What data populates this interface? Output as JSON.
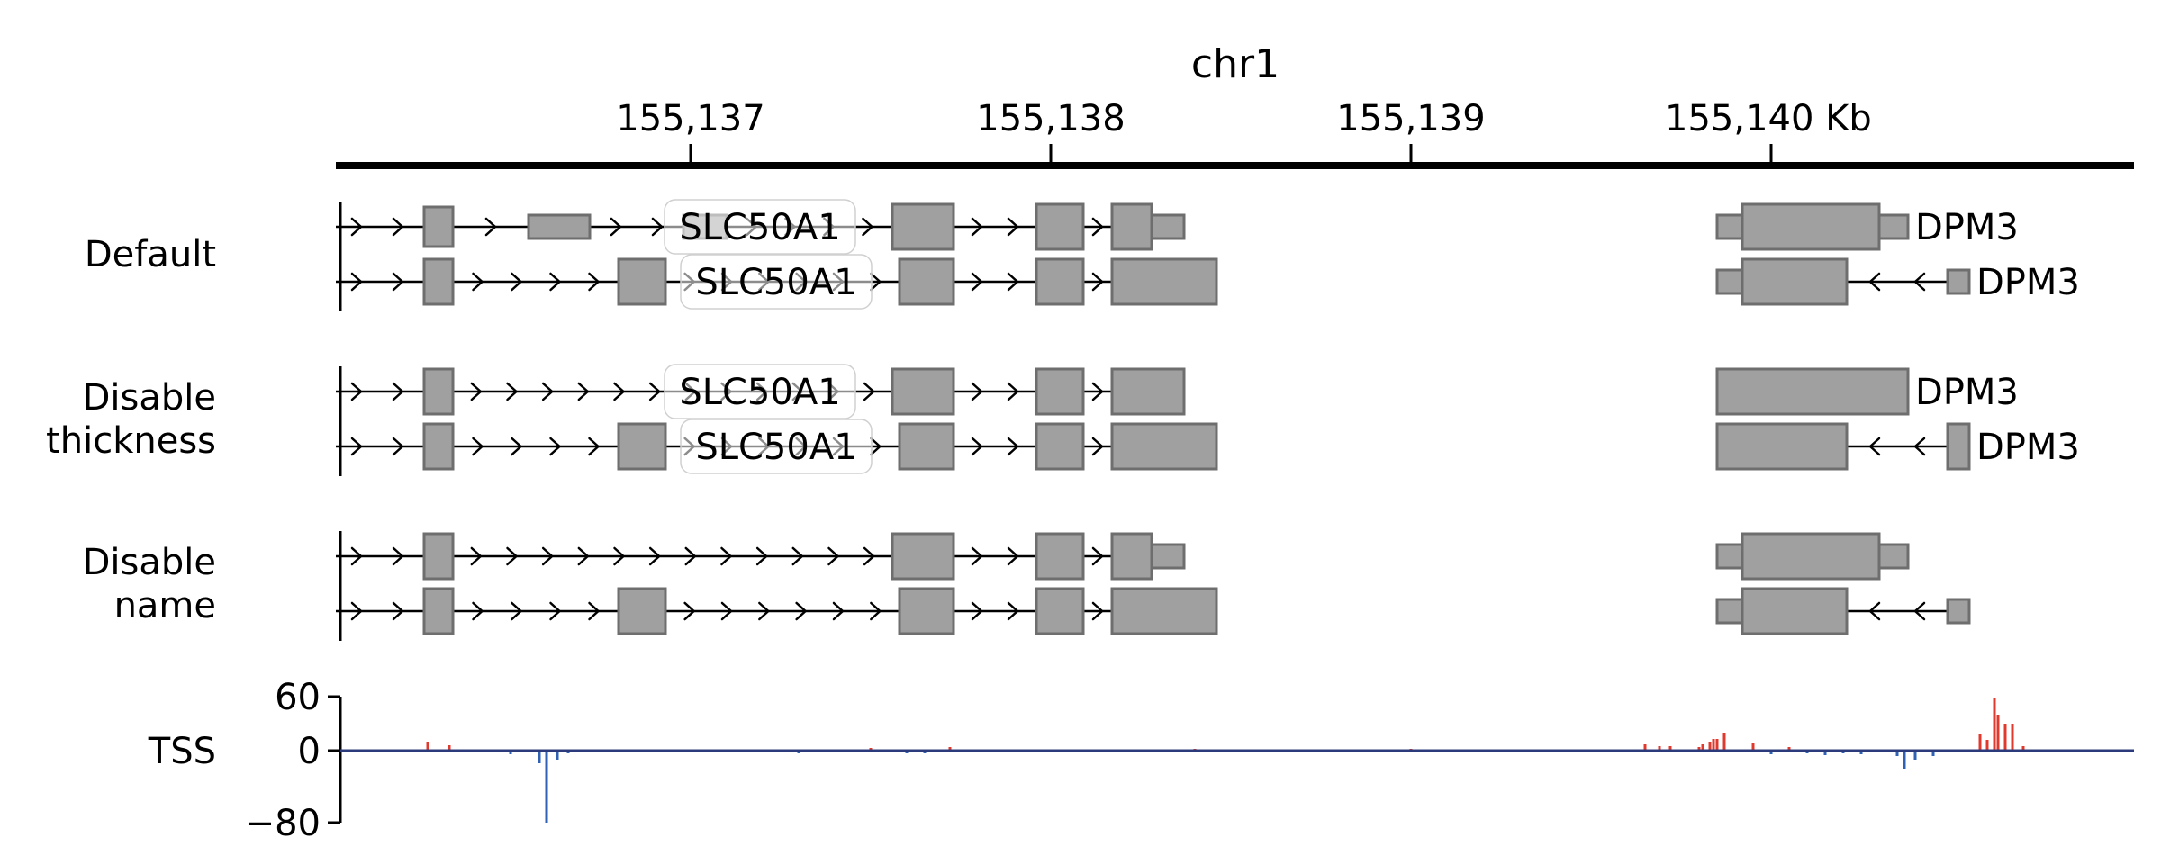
{
  "chromosome": "chr1",
  "axis": {
    "ticks": [
      "155,137",
      "155,138",
      "155,139",
      "155,140 Kb"
    ]
  },
  "tracks": [
    {
      "label_lines": [
        "Default"
      ],
      "transcripts": [
        {
          "gene": "SLC50A1",
          "strand": "+",
          "exons": [
            [
              155136.26,
              155136.34,
              "s"
            ],
            [
              155136.55,
              155136.72,
              "n"
            ],
            [
              155136.98,
              155137.1,
              "n"
            ],
            [
              155137.56,
              155137.73,
              "b"
            ],
            [
              155137.96,
              155138.09,
              "b"
            ],
            [
              155138.17,
              155138.28,
              "b"
            ],
            [
              155138.28,
              155138.37,
              "n"
            ]
          ],
          "show_label": true
        },
        {
          "gene": "SLC50A1",
          "strand": "+",
          "exons": [
            [
              155136.26,
              155136.34,
              "b"
            ],
            [
              155136.8,
              155136.93,
              "b"
            ],
            [
              155137.58,
              155137.73,
              "b"
            ],
            [
              155137.96,
              155138.09,
              "b"
            ],
            [
              155138.17,
              155138.46,
              "b"
            ]
          ],
          "show_label": true
        },
        {
          "gene": "DPM3",
          "strand": "-",
          "exons": [
            [
              155139.85,
              155139.92,
              "n"
            ],
            [
              155139.92,
              155140.3,
              "b"
            ],
            [
              155140.3,
              155140.38,
              "n"
            ]
          ],
          "show_label": true
        },
        {
          "gene": "DPM3",
          "strand": "-",
          "exons": [
            [
              155139.85,
              155139.92,
              "n"
            ],
            [
              155139.92,
              155140.21,
              "b"
            ],
            [
              155140.49,
              155140.55,
              "n"
            ]
          ],
          "show_label": true
        }
      ]
    },
    {
      "label_lines": [
        "Disable",
        "thickness"
      ],
      "transcripts": [
        {
          "gene": "SLC50A1",
          "strand": "+",
          "exons": [
            [
              155136.26,
              155136.34,
              "b"
            ],
            [
              155137.56,
              155137.73,
              "b"
            ],
            [
              155137.96,
              155138.09,
              "b"
            ],
            [
              155138.17,
              155138.37,
              "b"
            ]
          ],
          "show_label": true
        },
        {
          "gene": "SLC50A1",
          "strand": "+",
          "exons": [
            [
              155136.26,
              155136.34,
              "b"
            ],
            [
              155136.8,
              155136.93,
              "b"
            ],
            [
              155137.58,
              155137.73,
              "b"
            ],
            [
              155137.96,
              155138.09,
              "b"
            ],
            [
              155138.17,
              155138.46,
              "b"
            ]
          ],
          "show_label": true
        },
        {
          "gene": "DPM3",
          "strand": "-",
          "exons": [
            [
              155139.85,
              155140.38,
              "b"
            ]
          ],
          "show_label": true
        },
        {
          "gene": "DPM3",
          "strand": "-",
          "exons": [
            [
              155139.85,
              155140.21,
              "b"
            ],
            [
              155140.49,
              155140.55,
              "b"
            ]
          ],
          "show_label": true
        }
      ]
    },
    {
      "label_lines": [
        "Disable",
        "name"
      ],
      "transcripts": [
        {
          "gene": "SLC50A1",
          "strand": "+",
          "exons": [
            [
              155136.26,
              155136.34,
              "b"
            ],
            [
              155137.56,
              155137.73,
              "b"
            ],
            [
              155137.96,
              155138.09,
              "b"
            ],
            [
              155138.17,
              155138.28,
              "b"
            ],
            [
              155138.28,
              155138.37,
              "n"
            ]
          ],
          "show_label": false
        },
        {
          "gene": "SLC50A1",
          "strand": "+",
          "exons": [
            [
              155136.26,
              155136.34,
              "b"
            ],
            [
              155136.8,
              155136.93,
              "b"
            ],
            [
              155137.58,
              155137.73,
              "b"
            ],
            [
              155137.96,
              155138.09,
              "b"
            ],
            [
              155138.17,
              155138.46,
              "b"
            ]
          ],
          "show_label": false
        },
        {
          "gene": "DPM3",
          "strand": "-",
          "exons": [
            [
              155139.85,
              155139.92,
              "n"
            ],
            [
              155139.92,
              155140.3,
              "b"
            ],
            [
              155140.3,
              155140.38,
              "n"
            ]
          ],
          "show_label": false
        },
        {
          "gene": "DPM3",
          "strand": "-",
          "exons": [
            [
              155139.85,
              155139.92,
              "n"
            ],
            [
              155139.92,
              155140.21,
              "b"
            ],
            [
              155140.49,
              155140.55,
              "n"
            ]
          ],
          "show_label": false
        }
      ]
    }
  ],
  "signal": {
    "label": "TSS",
    "ticks": [
      "60",
      "0",
      "−80"
    ],
    "ylim": [
      -80,
      60
    ],
    "pos_color": "#e03a2f",
    "neg_color": "#2f62b4",
    "baseline_color": "#2b3a7a",
    "peaks": [
      [
        155136.27,
        10
      ],
      [
        155136.33,
        6
      ],
      [
        155136.5,
        -4
      ],
      [
        155136.58,
        -14
      ],
      [
        155136.6,
        -80
      ],
      [
        155136.63,
        -10
      ],
      [
        155136.66,
        -3
      ],
      [
        155137.3,
        -3
      ],
      [
        155137.5,
        3
      ],
      [
        155137.6,
        -3
      ],
      [
        155137.65,
        -3
      ],
      [
        155137.72,
        4
      ],
      [
        155138.1,
        -2
      ],
      [
        155138.4,
        2
      ],
      [
        155139.0,
        2
      ],
      [
        155139.2,
        -2
      ],
      [
        155139.65,
        7
      ],
      [
        155139.69,
        5
      ],
      [
        155139.72,
        5
      ],
      [
        155139.8,
        4
      ],
      [
        155139.81,
        7
      ],
      [
        155139.83,
        10
      ],
      [
        155139.84,
        13
      ],
      [
        155139.85,
        13
      ],
      [
        155139.87,
        20
      ],
      [
        155139.95,
        8
      ],
      [
        155140.0,
        -4
      ],
      [
        155140.05,
        4
      ],
      [
        155140.1,
        -3
      ],
      [
        155140.15,
        -5
      ],
      [
        155140.2,
        -3
      ],
      [
        155140.25,
        -4
      ],
      [
        155140.35,
        -6
      ],
      [
        155140.37,
        -20
      ],
      [
        155140.4,
        -10
      ],
      [
        155140.45,
        -6
      ],
      [
        155140.58,
        18
      ],
      [
        155140.6,
        12
      ],
      [
        155140.62,
        58
      ],
      [
        155140.63,
        40
      ],
      [
        155140.65,
        30
      ],
      [
        155140.67,
        30
      ],
      [
        155140.7,
        5
      ]
    ]
  },
  "colors": {
    "exon_fill": "#a0a0a0",
    "exon_stroke": "#6e6e6e",
    "intron": "#000000"
  }
}
